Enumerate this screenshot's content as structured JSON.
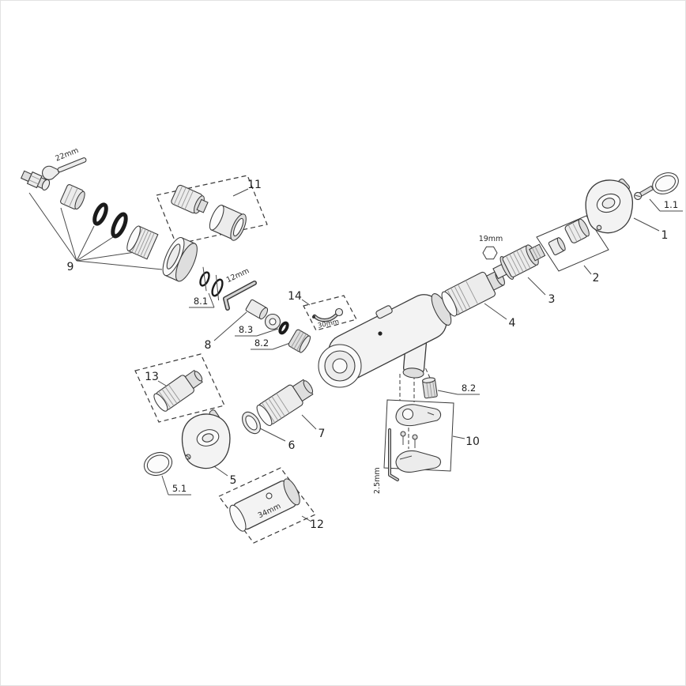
{
  "diagram": {
    "type": "exploded-parts-diagram",
    "background": "#ffffff",
    "line_color": "#3a3a3a",
    "callouts": {
      "c1": "1",
      "c1_1": "1.1",
      "c2": "2",
      "c3": "3",
      "c4": "4",
      "c5": "5",
      "c5_1": "5.1",
      "c6": "6",
      "c7": "7",
      "c8": "8",
      "c8_1": "8.1",
      "c8_2": "8.2",
      "c8_2b": "8.2",
      "c8_3": "8.3",
      "c9": "9",
      "c10": "10",
      "c11": "11",
      "c12": "12",
      "c13": "13",
      "c14": "14"
    },
    "tools": {
      "wrench": "22mm",
      "hex_nut": "19mm",
      "allen_key": "12mm",
      "hook_spanner": "30mm",
      "socket": "34mm",
      "small_allen_key": "2.5mm"
    }
  }
}
